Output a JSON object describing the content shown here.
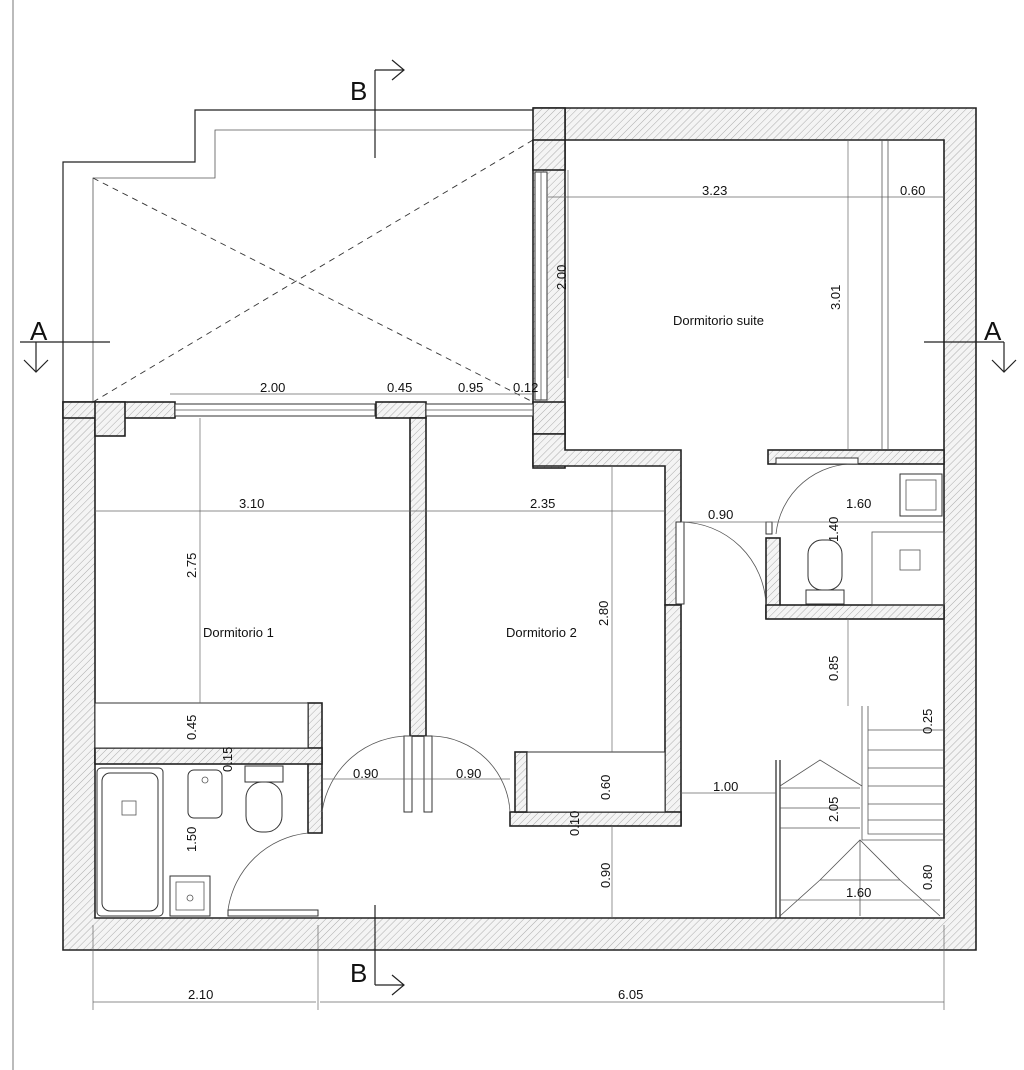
{
  "rooms": {
    "suite": "Dormitorio suite",
    "dorm1": "Dormitorio 1",
    "dorm2": "Dormitorio 2"
  },
  "sections": {
    "a": "A",
    "b": "B"
  },
  "dims": {
    "d323": "3.23",
    "d060a": "0.60",
    "d200v": "2.00",
    "d301": "3.01",
    "d200h": "2.00",
    "d045a": "0.45",
    "d095": "0.95",
    "d012": "0.12",
    "d310": "3.10",
    "d235": "2.35",
    "d275": "2.75",
    "d280": "2.80",
    "d090a": "0.90",
    "d160a": "1.60",
    "d140": "1.40",
    "d085": "0.85",
    "d025": "0.25",
    "d045b": "0.45",
    "d015": "0.15",
    "d090b": "0.90",
    "d090c": "0.90",
    "d060b": "0.60",
    "d100": "1.00",
    "d010": "0.10",
    "d150": "1.50",
    "d205": "2.05",
    "d080": "0.80",
    "d090d": "0.90",
    "d160b": "1.60",
    "d210": "2.10",
    "d605": "6.05"
  }
}
